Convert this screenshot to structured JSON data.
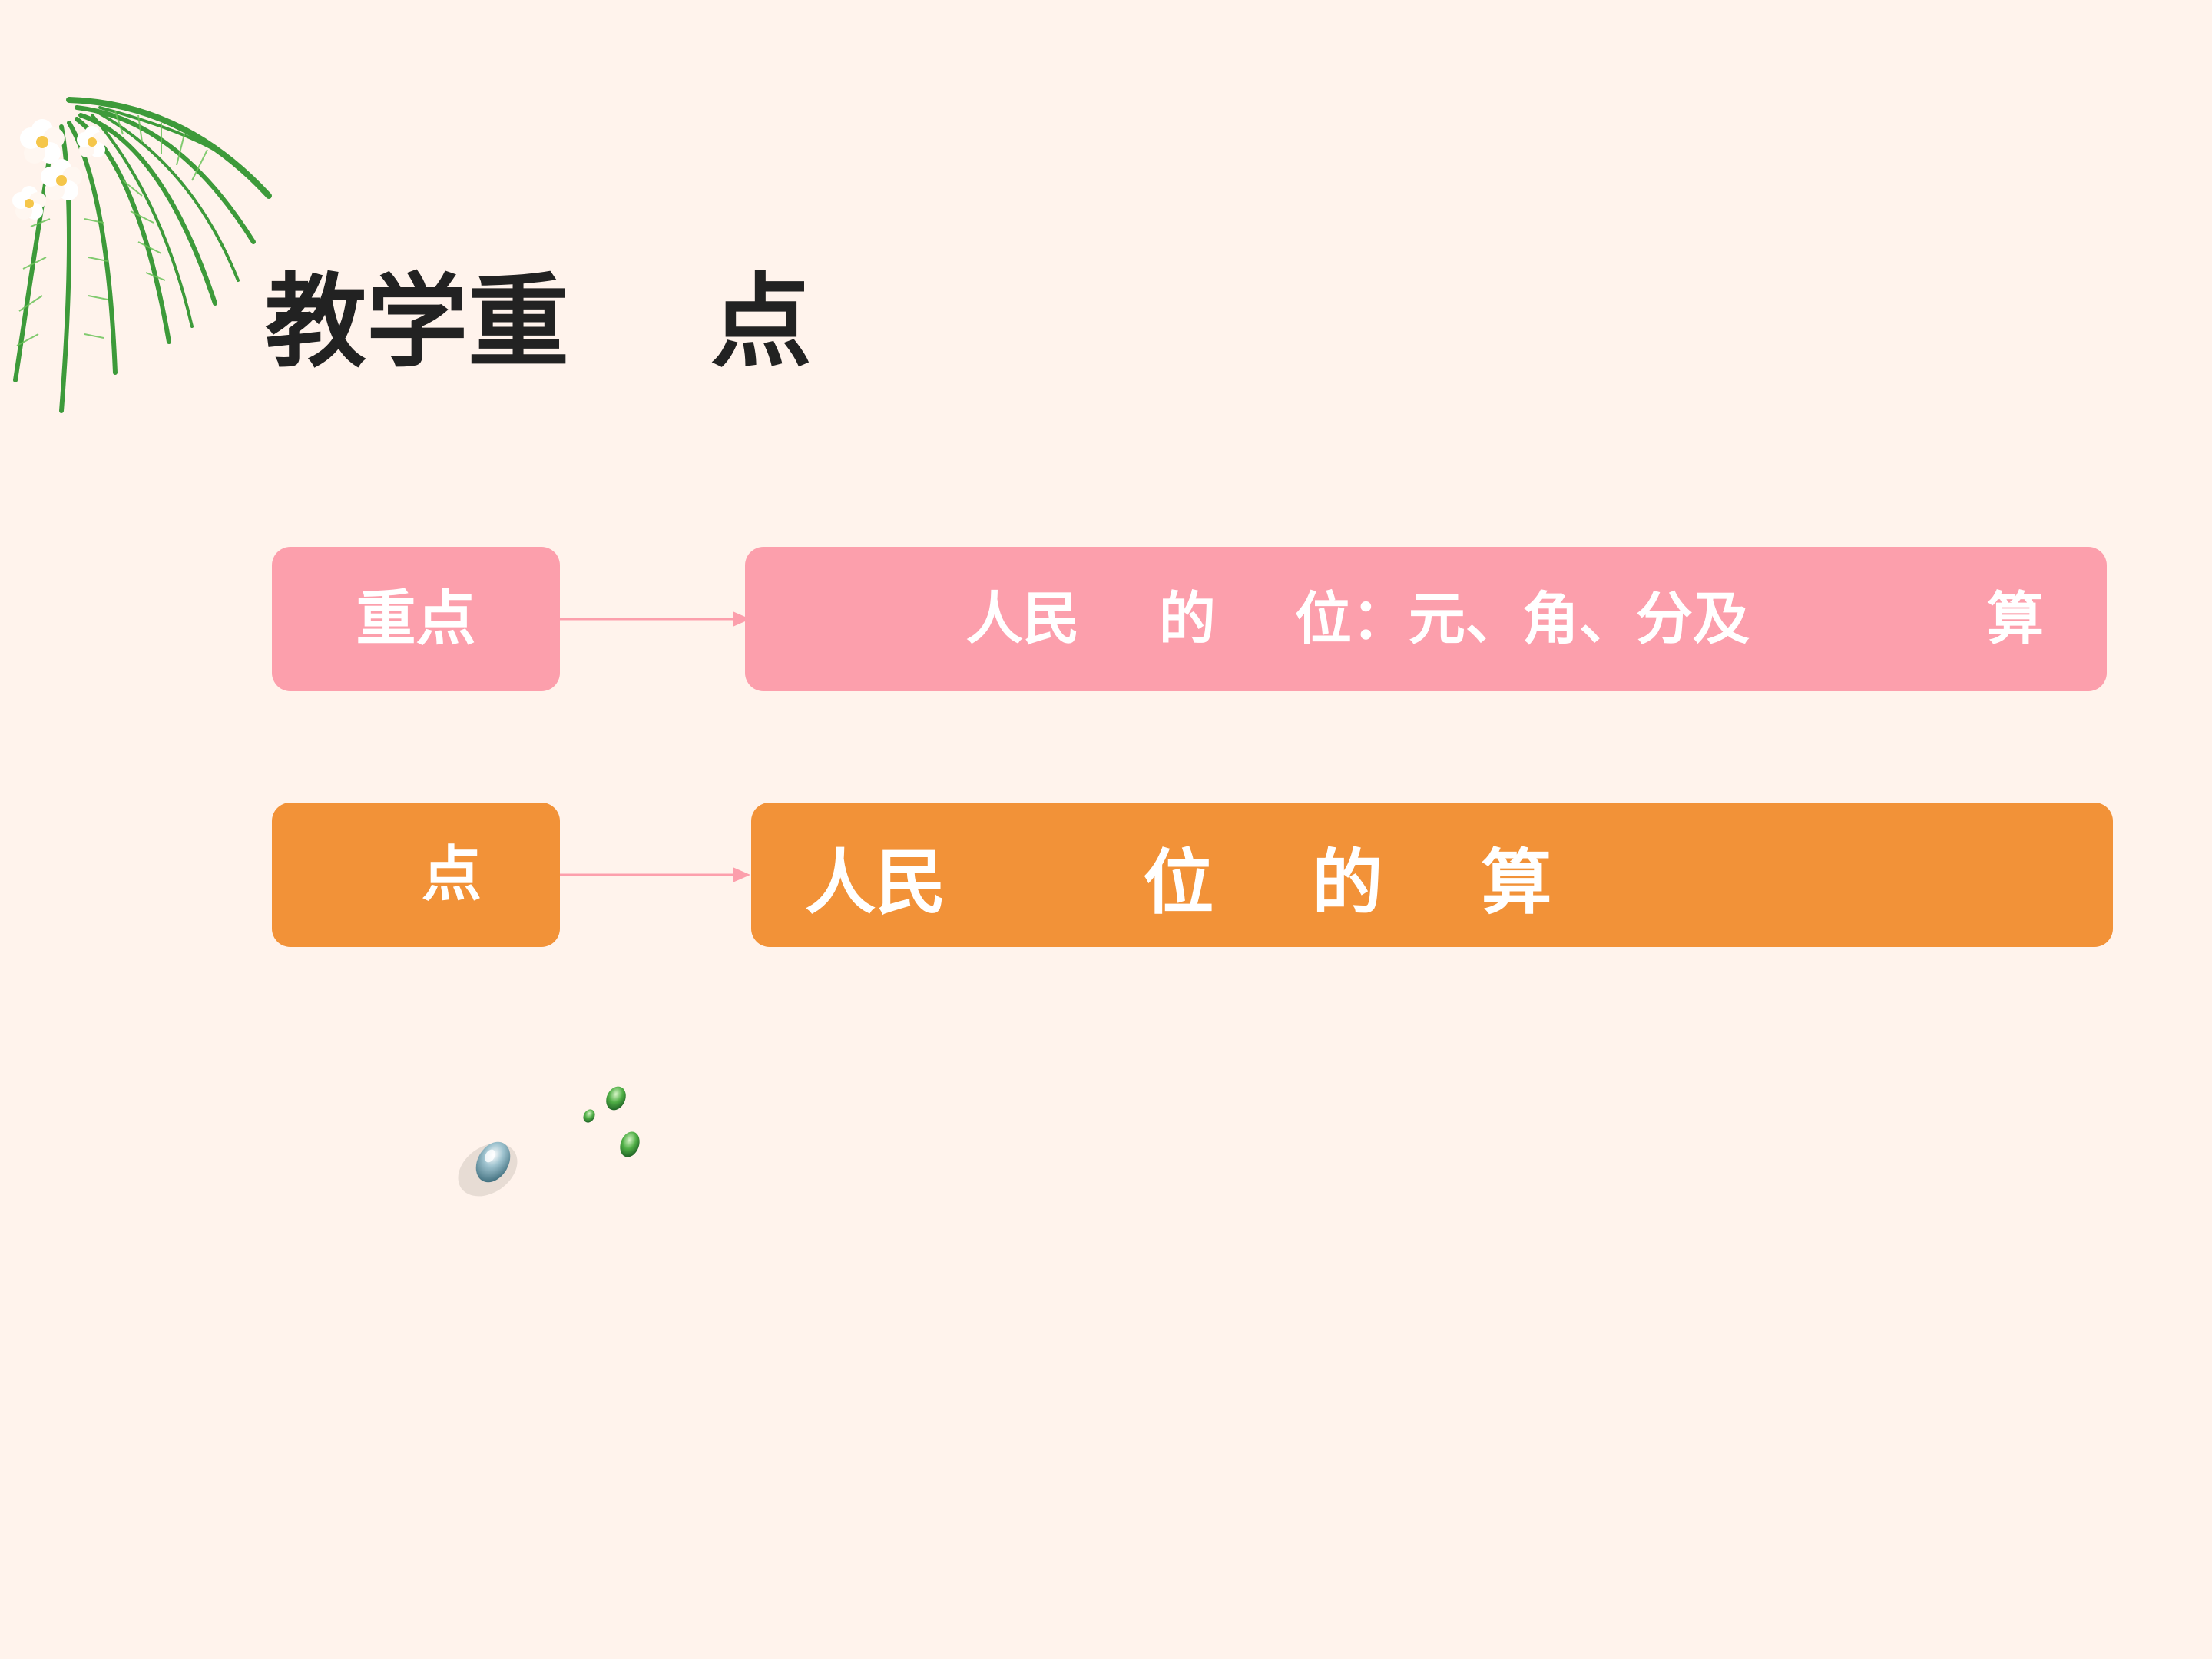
{
  "title": "教学重    点",
  "rows": [
    {
      "label": "重点",
      "detail": "人民    的    位：元、角、分及            算",
      "color": "#fc9fac"
    },
    {
      "label": "点",
      "detail": "人民        位    的    算",
      "color": "#f29238"
    }
  ],
  "decorations": {
    "corner": "palm-leaf-flower-icon",
    "droplets": "water-droplet-icon",
    "arrow_color": "#fc9fac"
  }
}
